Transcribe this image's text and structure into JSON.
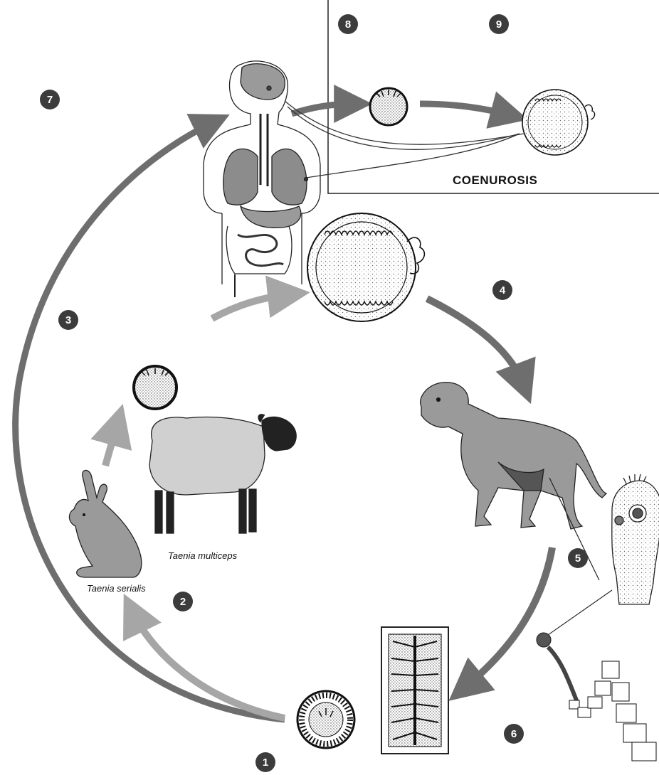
{
  "diagram": {
    "box_title": "COENUROSIS",
    "captions": {
      "rabbit": "Taenia serialis",
      "sheep": "Taenia multiceps"
    },
    "steps": [
      "1",
      "2",
      "3",
      "4",
      "5",
      "6",
      "7",
      "8",
      "9"
    ],
    "colors": {
      "arrow_dark": "#6e6e6e",
      "arrow_light": "#a6a6a6",
      "badge": "#3c3c3c",
      "animal_fill": "#9a9a9a",
      "organ_fill": "#8c8c8c"
    }
  }
}
